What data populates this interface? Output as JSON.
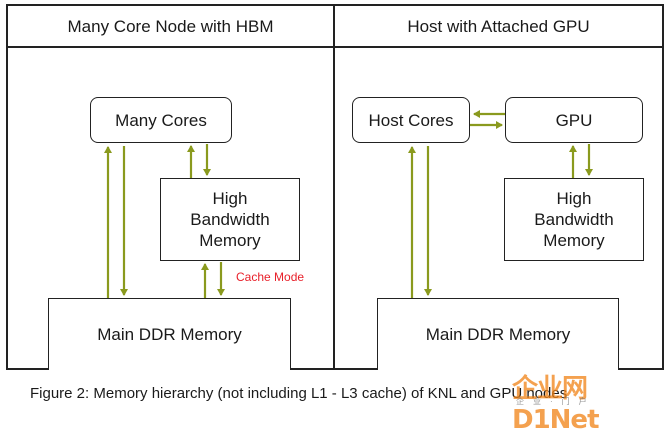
{
  "left_panel": {
    "title": "Many Core Node with HBM",
    "many_cores": "Many Cores",
    "hbm": "High\nBandwidth\nMemory",
    "ddr": "Main DDR Memory",
    "cache_mode_label": "Cache Mode"
  },
  "right_panel": {
    "title": "Host with Attached GPU",
    "host_cores": "Host Cores",
    "gpu": "GPU",
    "hbm": "High\nBandwidth\nMemory",
    "ddr": "Main DDR Memory"
  },
  "caption": "Figure 2: Memory hierarchy (not including L1 - L3 cache) of KNL and GPU nodes",
  "watermark": {
    "text": "企业网D1Net",
    "subtext": "企业·门户"
  },
  "colors": {
    "arrow": "#8a9a1e",
    "cache_label": "#e8202a",
    "border": "#222222"
  }
}
